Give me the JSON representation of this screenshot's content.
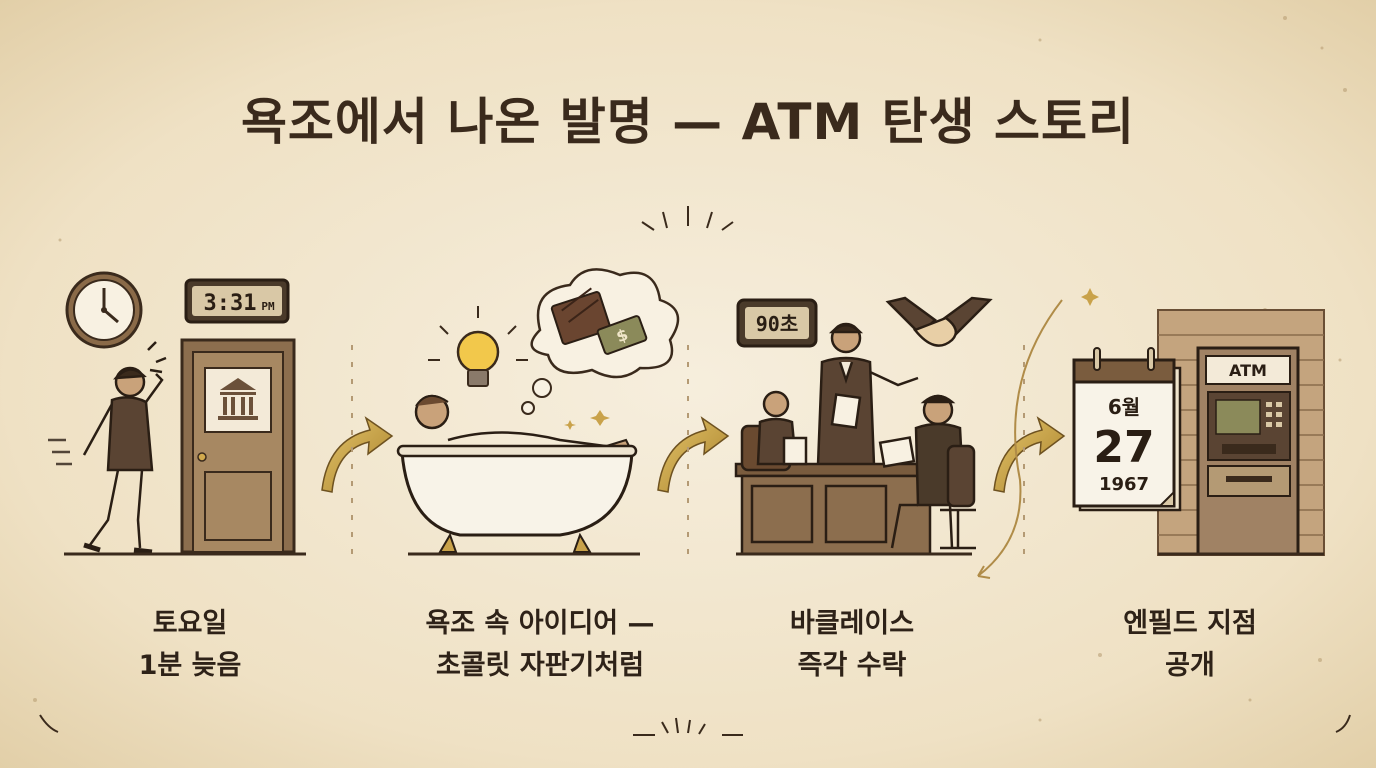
{
  "title": "욕조에서 나온 발명 — ATM 탄생 스토리",
  "steps": [
    {
      "line1": "토요일",
      "line2": "1분 늦음",
      "clock": "3:31",
      "clock_suffix": "PM"
    },
    {
      "line1": "욕조 속 아이디어 —",
      "line2": "초콜릿 자판기처럼"
    },
    {
      "line1": "바클레이스",
      "line2": "즉각 수락",
      "timer": "90초"
    },
    {
      "line1": "엔필드 지점",
      "line2": "공개",
      "cal_month": "6월",
      "cal_day": "27",
      "cal_year": "1967",
      "atm_label": "ATM"
    }
  ],
  "colors": {
    "ink": "#3a2a1c",
    "accent_gold": "#c9a24a",
    "paper": "#f4ead6"
  },
  "icons": [
    "wall-clock-icon",
    "bank-icon",
    "lightbulb-icon",
    "chocolate-icon",
    "money-icon",
    "handshake-icon",
    "arrow-icon"
  ]
}
